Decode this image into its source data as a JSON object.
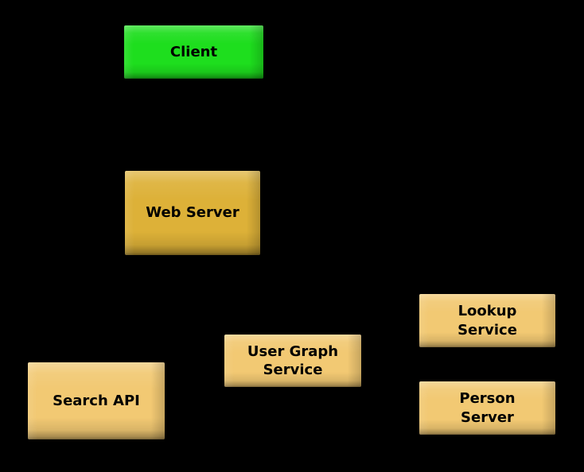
{
  "canvas": {
    "background_color": "#000000",
    "node_text_color": "#000000"
  },
  "diagram": {
    "nodes": [
      {
        "id": "client",
        "line1": "Client",
        "line2": "",
        "fill": "#1ede1e"
      },
      {
        "id": "web-server",
        "line1": "Web Server",
        "line2": "",
        "fill": "#ddb138"
      },
      {
        "id": "search-api",
        "line1": "Search API",
        "line2": "",
        "fill": "#f2c973"
      },
      {
        "id": "user-graph-service",
        "line1": "User Graph",
        "line2": "Service",
        "fill": "#f2c973"
      },
      {
        "id": "lookup-service",
        "line1": "Lookup",
        "line2": "Service",
        "fill": "#f2c973"
      },
      {
        "id": "person-server",
        "line1": "Person",
        "line2": "Server",
        "fill": "#f2c973"
      }
    ]
  }
}
